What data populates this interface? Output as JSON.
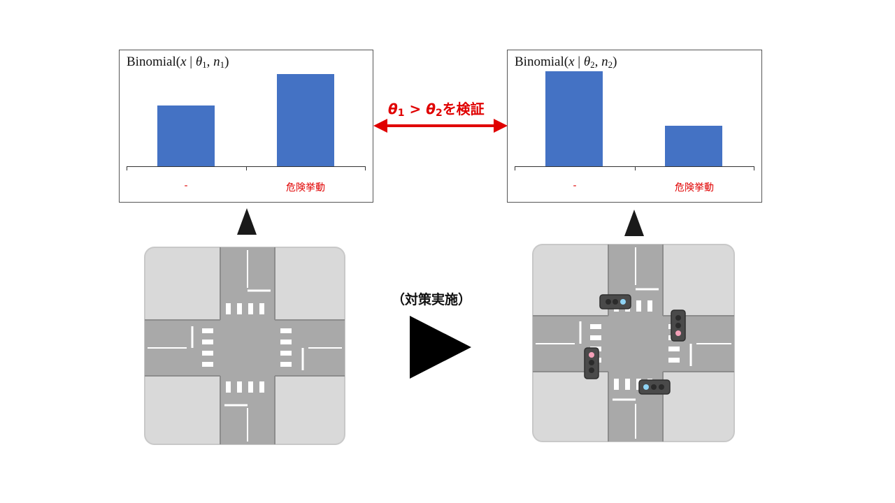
{
  "left_panel": {
    "title_fn": "Binomial(",
    "title_var": "x",
    "title_sep": " | ",
    "title_theta": "θ",
    "title_theta_sub": "1",
    "title_comma": ", ",
    "title_n": "n",
    "title_n_sub": "1",
    "title_close": ")",
    "categories": [
      "-",
      "危険挙動"
    ]
  },
  "right_panel": {
    "title_fn": "Binomial(",
    "title_var": "x",
    "title_sep": " | ",
    "title_theta": "θ",
    "title_theta_sub": "2",
    "title_comma": ", ",
    "title_n": "n",
    "title_n_sub": "2",
    "title_close": ")",
    "categories": [
      "-",
      "危険挙動"
    ]
  },
  "compare": {
    "theta": "θ",
    "sub1": "1",
    "op": " > ",
    "sub2": "2",
    "suffix": "を検証"
  },
  "middle": {
    "label": "（対策実施）"
  },
  "chart_data": [
    {
      "type": "bar",
      "categories": [
        "-",
        "危険挙動"
      ],
      "values": [
        0.64,
        0.97
      ],
      "ylim": [
        0,
        1
      ],
      "title": "Binomial(x | θ1, n1)",
      "grid": false
    },
    {
      "type": "bar",
      "categories": [
        "-",
        "危険挙動"
      ],
      "values": [
        1.0,
        0.43
      ],
      "ylim": [
        0,
        1
      ],
      "title": "Binomial(x | θ2, n2)",
      "grid": false
    }
  ],
  "colors": {
    "bar": "#4472c4",
    "accent_red": "#e00000",
    "road": "#a9a9a9",
    "block": "#d9d9d9"
  },
  "icons": [
    "up-triangle-icon",
    "right-triangle-icon",
    "double-arrow-icon",
    "traffic-light-icon"
  ]
}
